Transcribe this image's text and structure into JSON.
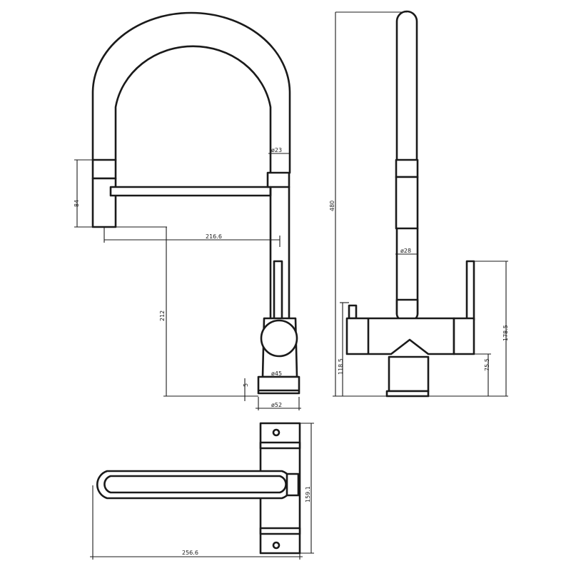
{
  "title": "",
  "colors": {
    "line": "#1a1a1a",
    "background": "#ffffff"
  },
  "dimensions": {
    "front": {
      "spout_diameter": "ø23",
      "head_height": "84",
      "reach": "216.6",
      "spout_height": "212",
      "body_diameter": "ø45",
      "base_thickness": "5",
      "base_diameter": "ø52"
    },
    "side": {
      "total_height": "480",
      "hose_diameter": "ø28",
      "handle_height": "178.5",
      "body_height": "118.5",
      "outlet_height": "75.5"
    },
    "top": {
      "total_length": "256.6",
      "base_length": "159.1"
    }
  }
}
